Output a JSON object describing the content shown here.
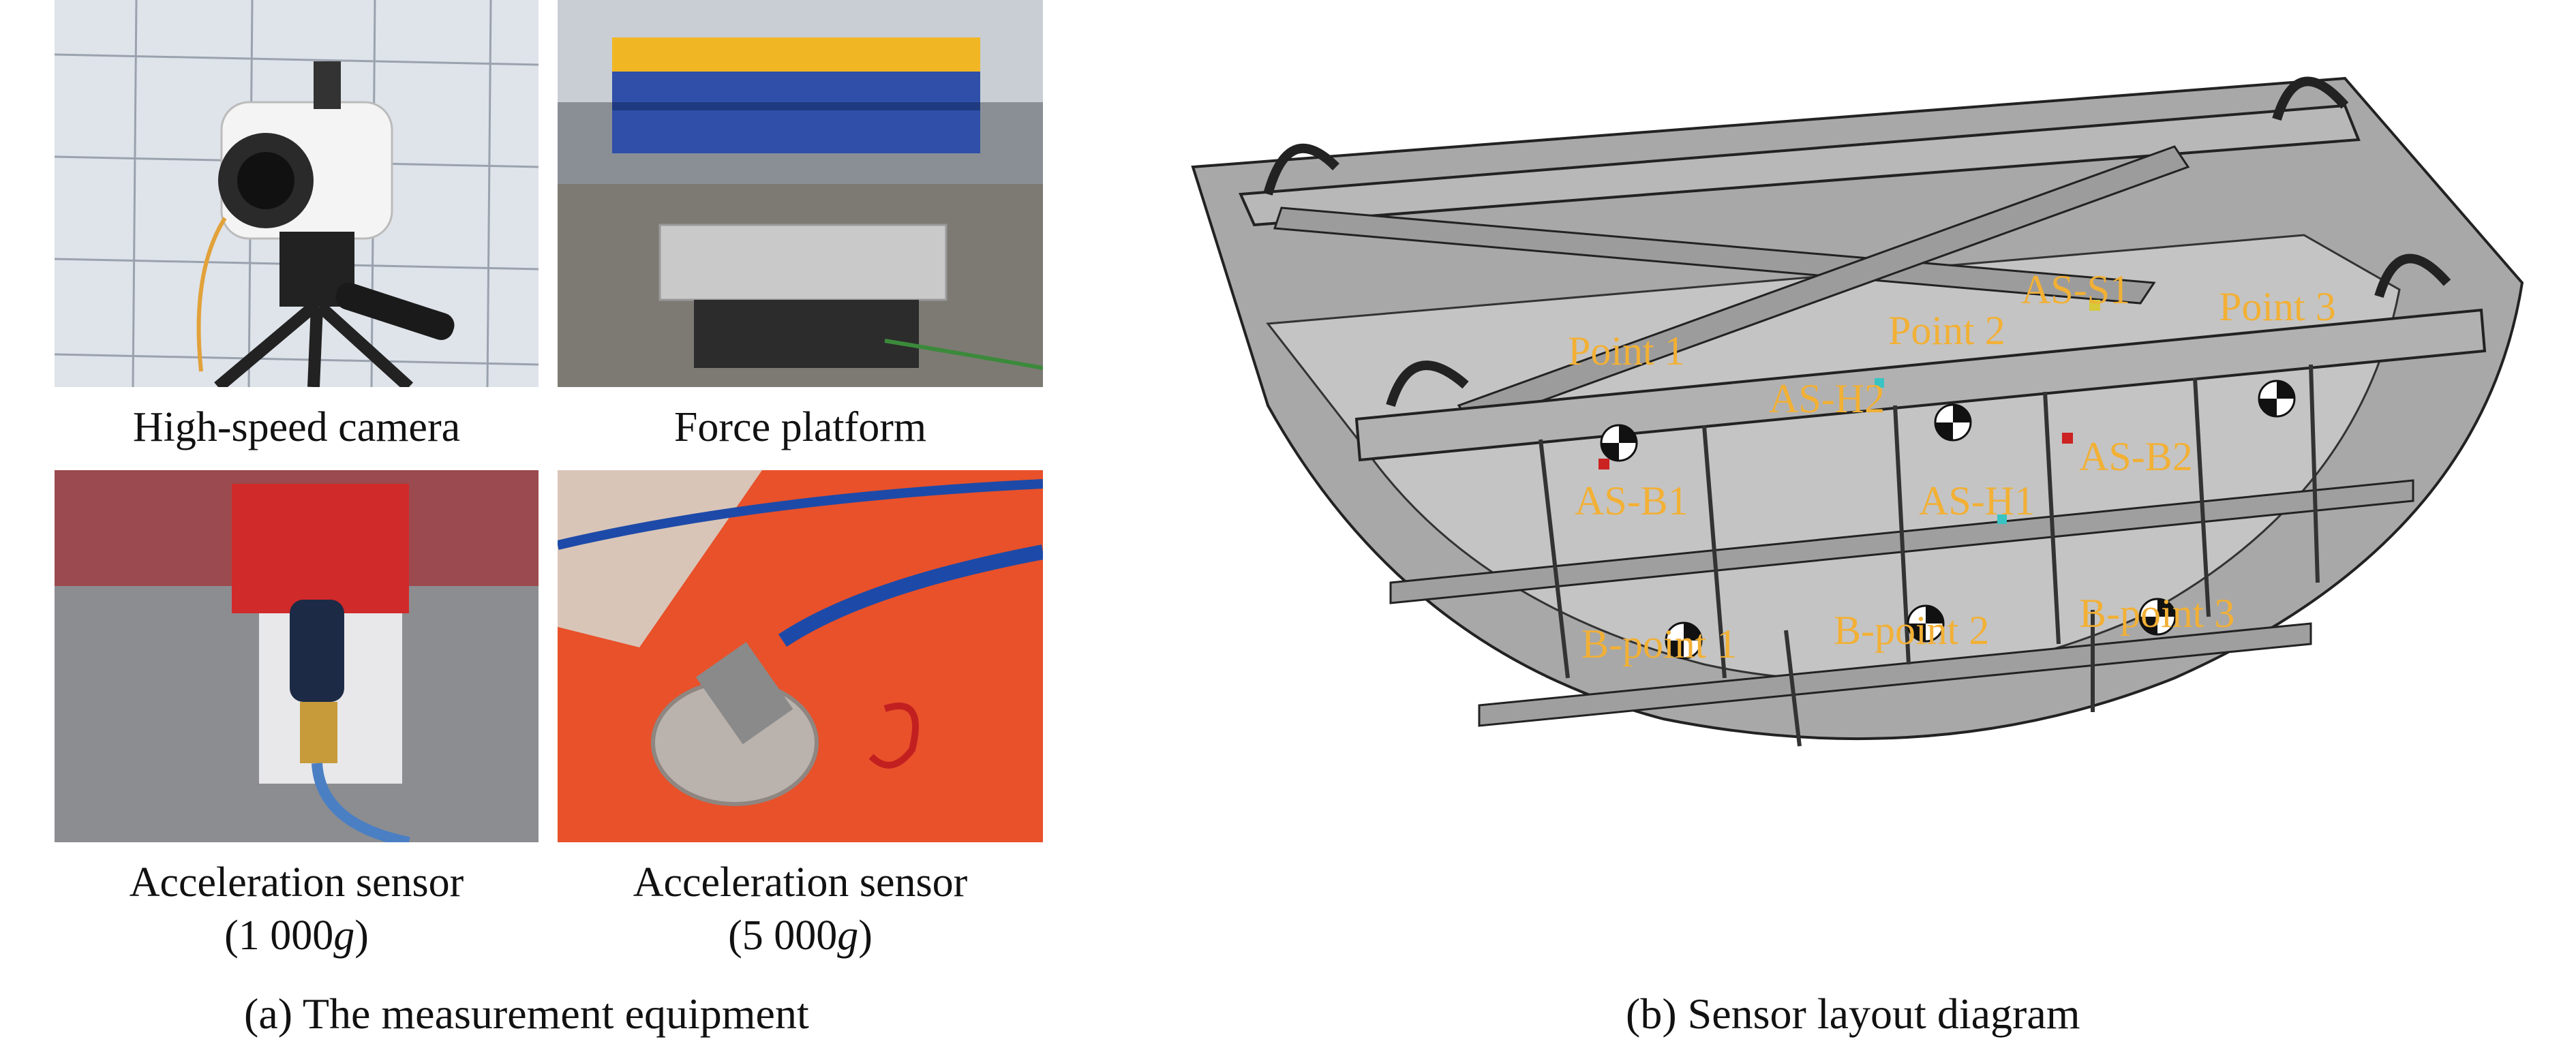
{
  "panel_a": {
    "photos": [
      {
        "caption": "High-speed camera"
      },
      {
        "caption": "Force platform"
      },
      {
        "caption_line1": "Acceleration sensor",
        "caption_line2_pre": "(1 000",
        "caption_line2_italic": "g",
        "caption_line2_post": ")"
      },
      {
        "caption_line1": "Acceleration sensor",
        "caption_line2_pre": "(5 000",
        "caption_line2_italic": "g",
        "caption_line2_post": ")"
      }
    ],
    "caption": "(a) The measurement equipment"
  },
  "panel_b": {
    "caption": "(b)  Sensor layout diagram",
    "labels": {
      "point1": "Point 1",
      "point2": "Point 2",
      "point3": "Point 3",
      "as_s1": "AS-S1",
      "as_h2": "AS-H2",
      "as_b2": "AS-B2",
      "as_b1": "AS-B1",
      "as_h1": "AS-H1",
      "bpoint1": "B-point 1",
      "bpoint2": "B-point 2",
      "bpoint3": "B-point 3"
    }
  },
  "colors": {
    "label": "#f2b035",
    "steel": "#a9a9a9",
    "orange_plate": "#e8512a"
  }
}
